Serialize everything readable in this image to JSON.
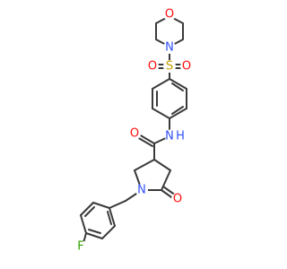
{
  "molecule": {
    "atoms": [
      {
        "label": "O",
        "color": "#ff0d0d"
      },
      {
        "label": "N",
        "color": "#3050f8"
      },
      {
        "label": "S",
        "color": "#c8a000"
      },
      {
        "label": "O",
        "color": "#ff0d0d"
      },
      {
        "label": "O",
        "color": "#ff0d0d"
      },
      {
        "label": "N",
        "color": "#3050f8"
      },
      {
        "label": "H",
        "color": "#3050f8"
      },
      {
        "label": "O",
        "color": "#ff0d0d"
      },
      {
        "label": "N",
        "color": "#3050f8"
      },
      {
        "label": "O",
        "color": "#ff0d0d"
      },
      {
        "label": "F",
        "color": "#33a000"
      }
    ],
    "bond_color": "#3a3a3a"
  }
}
